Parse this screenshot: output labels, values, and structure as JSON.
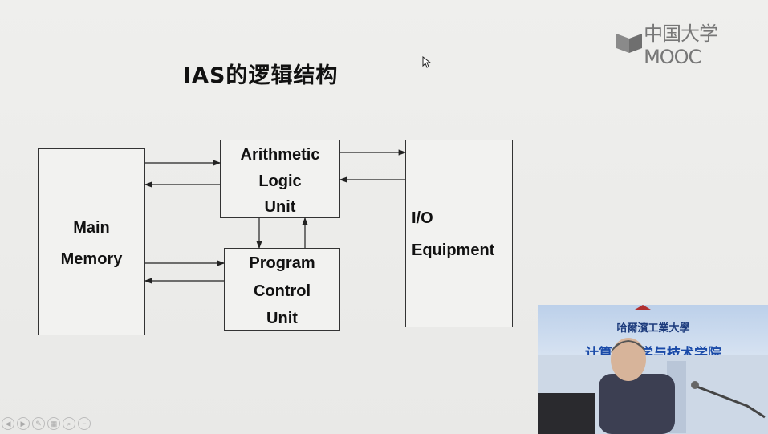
{
  "slide": {
    "title": "IAS的逻辑结构"
  },
  "blocks": {
    "main_memory": [
      "Main",
      "Memory"
    ],
    "alu": [
      "Arithmetic",
      "Logic",
      "Unit"
    ],
    "pcu": [
      "Program",
      "Control",
      "Unit"
    ],
    "io": [
      "I/O",
      "Equipment"
    ]
  },
  "logo": {
    "text": "中国大学MOOC"
  },
  "video": {
    "institution_top": "哈爾濱工業大學",
    "institution_bottom": "计算机科学与技术学院"
  },
  "player_controls": [
    "prev-icon",
    "next-icon",
    "edit-icon",
    "gallery-icon",
    "zoom-icon",
    "minus-icon"
  ]
}
